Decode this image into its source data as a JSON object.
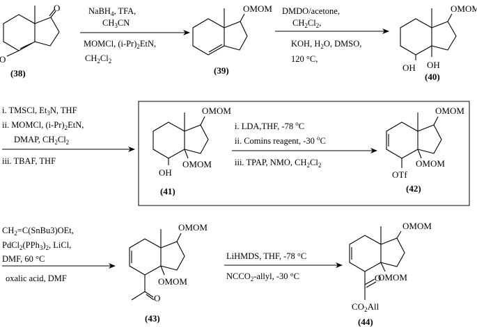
{
  "compounds": {
    "c38": "(38)",
    "c39": "(39)",
    "c40": "(40)",
    "c41": "(41)",
    "c42": "(42)",
    "c43": "(43)",
    "c44": "(44)"
  },
  "atom_labels": {
    "O": "O",
    "OMOM": "OMOM",
    "OH": "OH",
    "OTf": "OTf",
    "CO2All": "CO",
    "CO2All_sub": "2",
    "CO2All_tail": "All"
  },
  "step1": {
    "line1": "NaBH",
    "line1_sub": "4",
    "line1_tail": ", TFA,",
    "line2": "CH",
    "line2_sub": "3",
    "line2_tail": "CN",
    "line3": "MOMCl, (i-Pr)",
    "line3_sub": "2",
    "line3_tail": "EtN,",
    "line4": "CH",
    "line4_sub": "2",
    "line4_tail": "Cl",
    "line4_sub2": "2"
  },
  "step2": {
    "line1": "DMDO/acetone,",
    "line2": "CH",
    "line2_sub": "2",
    "line2_tail": "Cl",
    "line2_sub2": "2",
    "line2_end": ",",
    "line3": "KOH, H",
    "line3_sub": "2",
    "line3_tail": "O, DMSO,",
    "line4": "120 °C,"
  },
  "step3": {
    "line1": "i.  TMSCl, Et",
    "line1_sub": "3",
    "line1_tail": "N, THF",
    "line2": "ii.  MOMCl, (i-Pr)",
    "line2_sub": "2",
    "line2_tail": "EtN,",
    "line3": "DMAP, CH",
    "line3_sub": "2",
    "line3_tail": "Cl",
    "line3_sub2": "2",
    "line4": "iii.  TBAF, THF"
  },
  "step4": {
    "line1": "i. LDA,THF, -78 ",
    "line1_sup": "o",
    "line1_tail": "C",
    "line2": "ii. Comins reagent, -30 ",
    "line2_sup": "o",
    "line2_tail": "C",
    "line3": "iii. TPAP,  NMO, CH",
    "line3_sub": "2",
    "line3_tail": "Cl",
    "line3_sub2": "2"
  },
  "step5": {
    "line1": "CH",
    "line1_sub": "2",
    "line1_tail": "=C(SnBu3)OEt,",
    "line2": "PdCl",
    "line2_sub": "2",
    "line2_mid": "(PPh",
    "line2_sub2": "3",
    "line2_close": ")",
    "line2_sub3": "2",
    "line2_tail": ", LiCl,",
    "line3": "DMF, 60 °C",
    "line4": "oxalic acid, DMF"
  },
  "step6": {
    "line1": "LiHMDS, THF, -78 °C",
    "line2": "NCCO",
    "line2_sub": "2",
    "line2_tail": "-allyl, -30 °C"
  }
}
